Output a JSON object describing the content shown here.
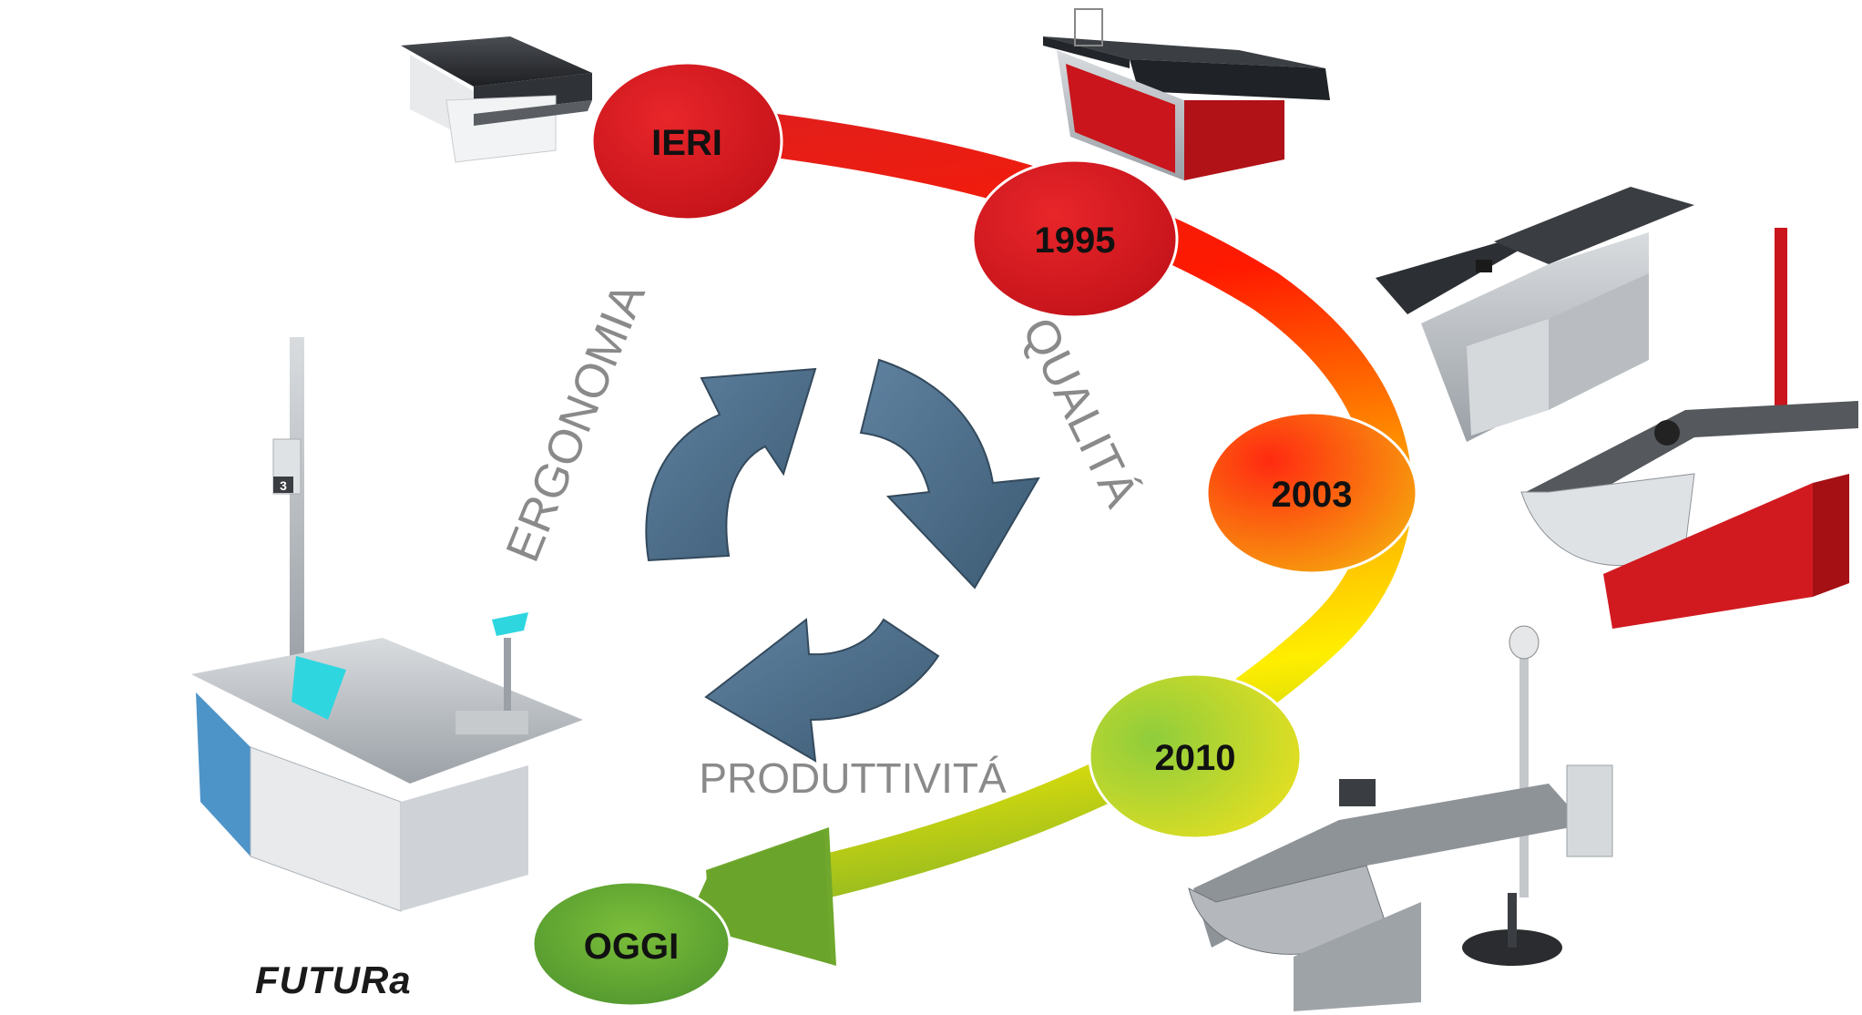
{
  "timeline": {
    "nodes": [
      {
        "id": "ieri",
        "label": "IERI",
        "color": "#d91e1e"
      },
      {
        "id": "y1995",
        "label": "1995",
        "color": "#d91e1e"
      },
      {
        "id": "y2003",
        "label": "2003",
        "color": "#f06a10"
      },
      {
        "id": "y2010",
        "label": "2010",
        "color": "#a6d33a"
      },
      {
        "id": "oggi",
        "label": "OGGI",
        "color": "#5fa535"
      }
    ],
    "gradient_colors": [
      "#dd1f1f",
      "#ff1a00",
      "#ff9a00",
      "#ffee00",
      "#6fa82c"
    ]
  },
  "cycle": {
    "arrow_color": "#4b6b86",
    "themes": {
      "ergonomia": "ERGONOMIA",
      "qualita": "QUALITÁ",
      "produttivita": "PRODUTTIVITÁ"
    }
  },
  "brand": {
    "logo_text": "FUTURa"
  },
  "products": {
    "accent_red": "#c9151b",
    "accent_blue": "#4d94c8",
    "accent_cyan": "#2ed6e0",
    "badge_number": "3"
  }
}
